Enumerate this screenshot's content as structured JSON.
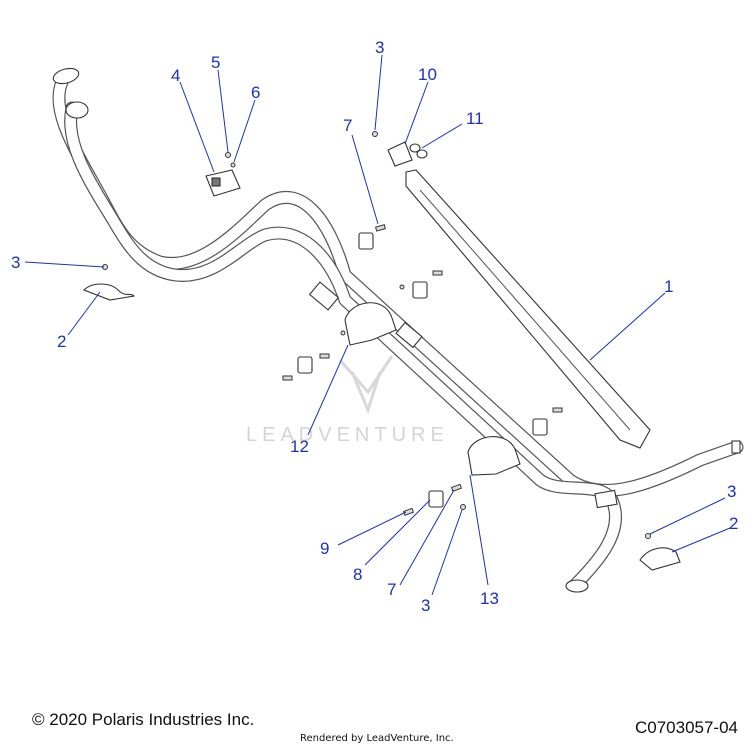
{
  "callouts": [
    {
      "id": "c1",
      "label": "1"
    },
    {
      "id": "c2a",
      "label": "2"
    },
    {
      "id": "c2b",
      "label": "2"
    },
    {
      "id": "c3a",
      "label": "3"
    },
    {
      "id": "c3b",
      "label": "3"
    },
    {
      "id": "c3c",
      "label": "3"
    },
    {
      "id": "c3d",
      "label": "3"
    },
    {
      "id": "c4",
      "label": "4"
    },
    {
      "id": "c5",
      "label": "5"
    },
    {
      "id": "c6",
      "label": "6"
    },
    {
      "id": "c7a",
      "label": "7"
    },
    {
      "id": "c7b",
      "label": "7"
    },
    {
      "id": "c8",
      "label": "8"
    },
    {
      "id": "c9",
      "label": "9"
    },
    {
      "id": "c10",
      "label": "10"
    },
    {
      "id": "c11",
      "label": "11"
    },
    {
      "id": "c12",
      "label": "12"
    },
    {
      "id": "c13",
      "label": "13"
    }
  ],
  "watermark": "LEADVENTURE",
  "footer": {
    "copyright": "© 2020 Polaris Industries Inc.",
    "rendered_by": "Rendered by LeadVenture, Inc.",
    "diagram_code": "C0703057-04"
  },
  "colors": {
    "callout": "#1a33b8",
    "line_art": "#333333",
    "watermark": "#d4d4d4"
  }
}
